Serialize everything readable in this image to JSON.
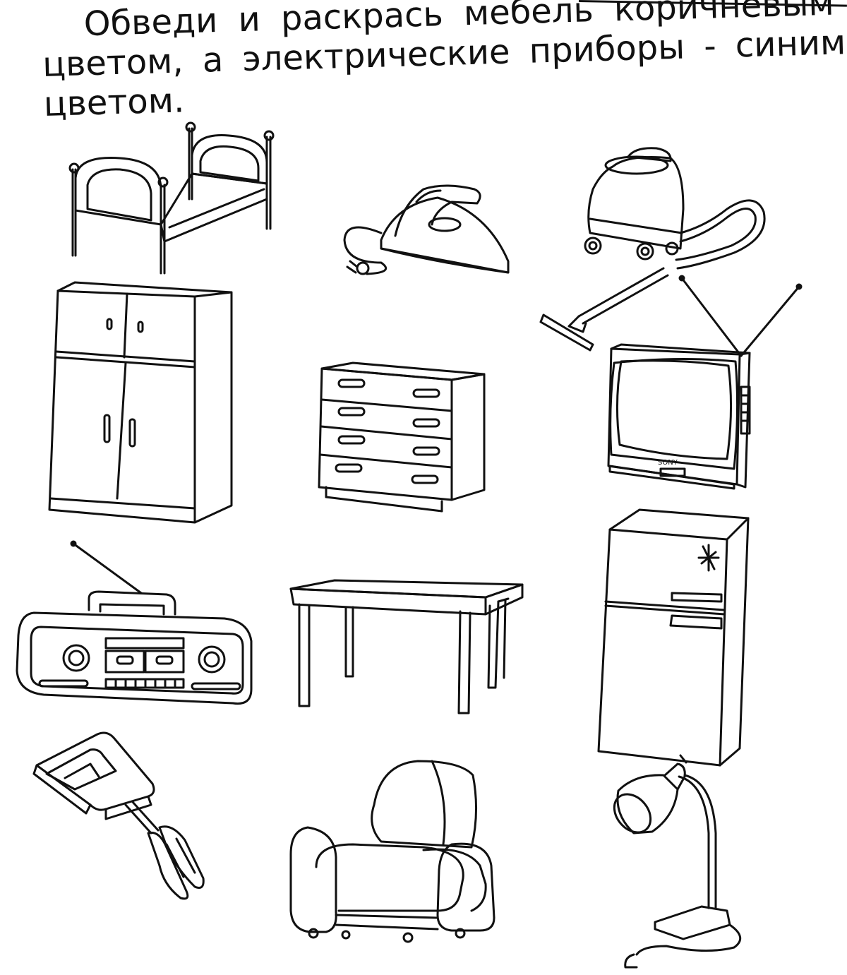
{
  "worksheet": {
    "instruction_lines": [
      "Обведи  и  раскрась  мебель  коричневым",
      "цветом,  а  электрические  приборы  -  синим",
      "цветом."
    ],
    "tv_brand": "SONY"
  },
  "pictures": [
    {
      "id": "bed",
      "icon": "bed-icon"
    },
    {
      "id": "iron",
      "icon": "iron-icon"
    },
    {
      "id": "vacuum",
      "icon": "vacuum-cleaner-icon"
    },
    {
      "id": "wardrobe",
      "icon": "wardrobe-icon"
    },
    {
      "id": "dresser",
      "icon": "chest-of-drawers-icon"
    },
    {
      "id": "tv",
      "icon": "television-icon"
    },
    {
      "id": "radio",
      "icon": "boombox-icon"
    },
    {
      "id": "table",
      "icon": "table-icon"
    },
    {
      "id": "fridge",
      "icon": "refrigerator-icon"
    },
    {
      "id": "mixer",
      "icon": "hand-mixer-icon"
    },
    {
      "id": "armchair",
      "icon": "armchair-icon"
    },
    {
      "id": "lamp",
      "icon": "desk-lamp-icon"
    }
  ]
}
